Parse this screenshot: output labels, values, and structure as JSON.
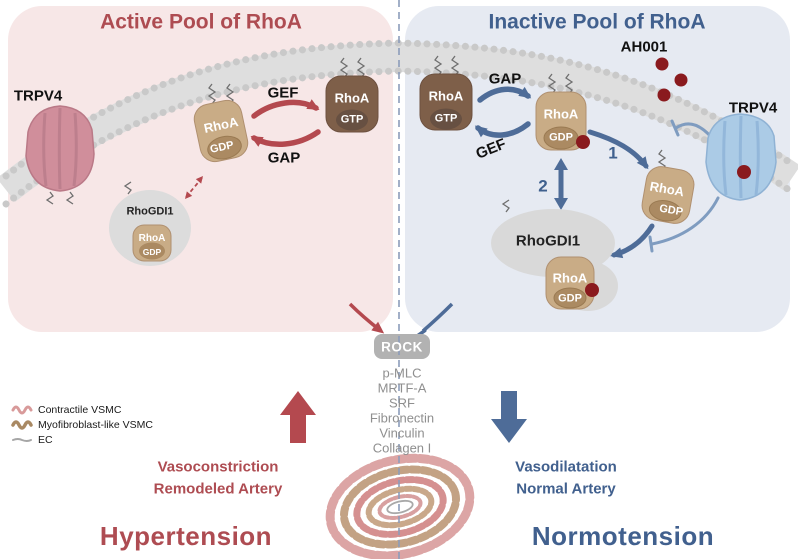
{
  "left": {
    "title": "Active Pool of RhoA",
    "trpv4_label": "TRPV4",
    "gef_label": "GEF",
    "gap_label": "GAP",
    "rhoa_gdp": {
      "name": "RhoA",
      "nucleotide": "GDP"
    },
    "rhoa_gtp": {
      "name": "RhoA",
      "nucleotide": "GTP"
    },
    "rhogdi1_label": "RhoGDI1",
    "rhogdi1_rhoa": {
      "name": "RhoA",
      "nucleotide": "GDP"
    }
  },
  "right": {
    "title": "Inactive Pool of RhoA",
    "ah001_label": "AH001",
    "gap_label": "GAP",
    "gef_label": "GEF",
    "rhoa_gtp": {
      "name": "RhoA",
      "nucleotide": "GTP"
    },
    "rhoa_gdp": {
      "name": "RhoA",
      "nucleotide": "GDP"
    },
    "step1": "1",
    "step2": "2",
    "trpv4_label": "TRPV4",
    "rhoa_internalized": {
      "name": "RhoA",
      "nucleotide": "GDP"
    },
    "rhogdi1_label": "RhoGDI1",
    "rhogdi1_rhoa": {
      "name": "RhoA",
      "nucleotide": "GDP"
    }
  },
  "center": {
    "rock_label": "ROCK",
    "effectors": [
      "p-MLC",
      "MRTF-A",
      "SRF",
      "Fibronectin",
      "Vinculin",
      "Collagen I"
    ]
  },
  "legend": {
    "contractile": "Contractile VSMC",
    "myofibroblast": "Myofibroblast-like VSMC",
    "ec": "EC"
  },
  "hypertension": {
    "effect1": "Vasoconstriction",
    "effect2": "Remodeled Artery",
    "heading": "Hypertension"
  },
  "normotension": {
    "effect1": "Vasodilatation",
    "effect2": "Normal Artery",
    "heading": "Normotension"
  },
  "colors": {
    "active_accent": "#b4494f",
    "inactive_accent": "#4e6c98",
    "panel_active": "#f7e7e7",
    "panel_inactive": "#e6eaf2",
    "inhibitor_dot": "#8a1a1e"
  }
}
